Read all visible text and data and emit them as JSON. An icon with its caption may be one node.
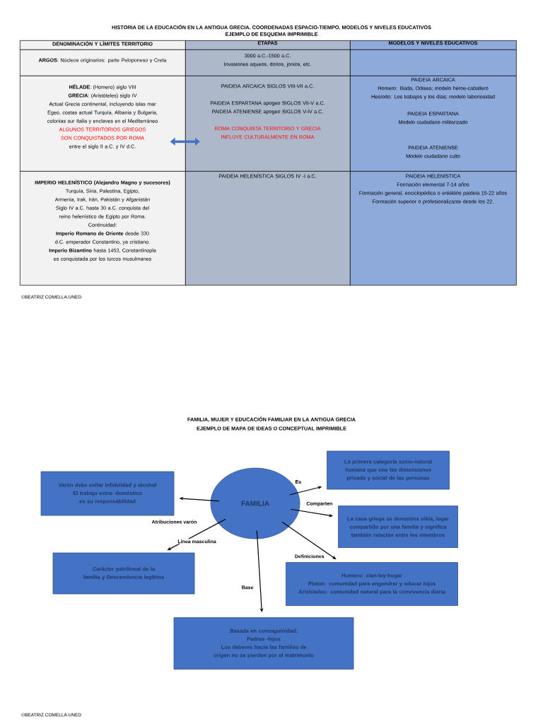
{
  "diagram": {
    "title": "HISTORIA DE LA EDUCACIÓN EN LA ANTIGUA GRECIA. COORDENADAS ESPACIO-TIEMPO. MODELOS Y NIVELES EDUCATIVOS",
    "nodes": [
      {
        "text": [
          "DENOMINACIÓN Y LÍMITES TERRITORIO"
        ]
      },
      {
        "text": [
          "ETAPAS"
        ]
      },
      {
        "text": [
          "MODELOS Y NIVELES EDUCATIVOS"
        ]
      },
      {
        "text": [
          "**ARGOS**: Núcleos originarios: parte Peloponeso y Creta"
        ]
      },
      {
        "text": [
          "3000 a.C.-1500 a.C.",
          "Invasiones aqueos, dorios, jonios, etc."
        ]
      },
      {
        "text": [],
        "shape": "box"
      },
      {
        "text": [
          "**HÉLADE**: (Homero) siglo VIII",
          "**GRECIA**: (Aristóteles) siglo IV",
          "Actual Grecia continental, incluyendo islas mar Egeo, costas actual Turquía, Albania y Bulgaria, colonias sur Italia y enclaves en el Mediterráneo",
          "ALGUNOS TERRITORIOS GRIEGOS SON CONQUISTADOS POR ROMA",
          "entre el siglo II a.C. y IV d.C."
        ]
      },
      {
        "text": [
          "PAIDEIA ARCAICA SIGLOS VIII-VII a.C.",
          "PAIDEIA ESPARTANA apogeo SIGLOS VII-V a.C.",
          "PAIDEIA ATENIENSE apogeo SIGLOS V-IV a.C.",
          "ROMA CONQUISTA TERRITORIO Y GRECIA INFLUYE CULTURALMENTE EN ROMA"
        ]
      },
      {
        "text": [
          "PAIDEIA ARCAICA",
          "Homero: Ilíada, Odisea; modelo héroe-caballero",
          "Hesíodo: Los trabajos y los días; modelo laboriosidad",
          "PAIDEIA ESPARTANA",
          "Modelo ciudadano militarizado",
          "PAIDEIA ATENIENSE",
          "Modelo ciudadano culto"
        ]
      },
      {
        "text": [
          "IMPERIO HELENÍSTICO (Alejandro Magno y sucesores)",
          "Turquía, Siria, Palestina, Egipto, Armenia, Irak, Irán, Pakistán y Afganistán",
          "Siglo IV a.C. hasta 30 a.C. conquista del reino helenístico de Egipto por Roma.",
          "Continuidad:",
          "**Imperio Romano de Oriente** desde 330 d.C. emperador Constantino, ya cristiano.",
          "**Imperio Bizantino** hasta 1453, Constantinopla es conquistada por los turcos musulmanes"
        ]
      },
      {
        "text": [
          "PAIDEIA HELENÍSTICA SIGLOS IV -I a.C."
        ]
      },
      {
        "text": [
          "PAIDEIA HELENÍSTICA",
          "Formación elemental 7-14 años",
          "Formación general, enciclopédica o enkikliós paideia 15-22 años",
          "Formación superior o profesionalizante desde los 22."
        ]
      },
      {
        "text": [
          "FAMILIA"
        ]
      },
      {
        "text": [
          "Varón debe evitar infidelidad y alcohol",
          "El trabajo extra- doméstico es su responsabilidad"
        ]
      },
      {
        "text": [
          "La primera categoría socio-natural humana que une las dimensiones privada y social de las personas"
        ]
      },
      {
        "text": [
          "La casa griega se denomina oikía, lugar compartido por una familia y significa también relación entre los miembros"
        ]
      },
      {
        "text": [
          "Carácter patrilineal de la familia y Descendencia legítima"
        ]
      },
      {
        "text": [
          "Homero: clan-ley-hogar",
          "Platón: comunidad para engendrar y educar hijos",
          "Aristóteles: comunidad natural para la convivencia diaria"
        ]
      },
      {
        "text": [
          "Basada en consaguinidad:",
          "Padres -hijos",
          "Los deberes hacia las familias de origen no se pierden por el matrimonio"
        ]
      }
    ],
    "edges": [
      {
        "from": 6,
        "to": 7,
        "arrow": "both",
        "style": "thick",
        "color": "#4472c4"
      },
      {
        "from": 12,
        "to": 13,
        "arrow": "to",
        "label": "Atribuciones varón"
      },
      {
        "from": 12,
        "to": 14,
        "arrow": "to",
        "label": "Es"
      },
      {
        "from": 12,
        "to": 15,
        "arrow": "to",
        "label": "Comparten"
      },
      {
        "from": 12,
        "to": 16,
        "arrow": "to",
        "label": "Línea masculina"
      },
      {
        "from": 12,
        "to": 17,
        "arrow": "to",
        "label": "Definiciones"
      },
      {
        "from": 12,
        "to": 18,
        "arrow": "to",
        "label": "Base"
      }
    ],
    "labels": [
      "EJEMPLO DE ESQUEMA IMPRIMIBLE",
      "©BEATRIZ COMELLA.UNED",
      "FAMILIA, MUJER Y EDUCACIÓN FAMILIAR EN LA ANTIGUA GRECIA",
      "EJEMPLO DE MAPA DE IDEAS O CONCEPTUAL IMPRIMIBLE",
      "©BEATRIZ COMELLA.UNED"
    ]
  }
}
